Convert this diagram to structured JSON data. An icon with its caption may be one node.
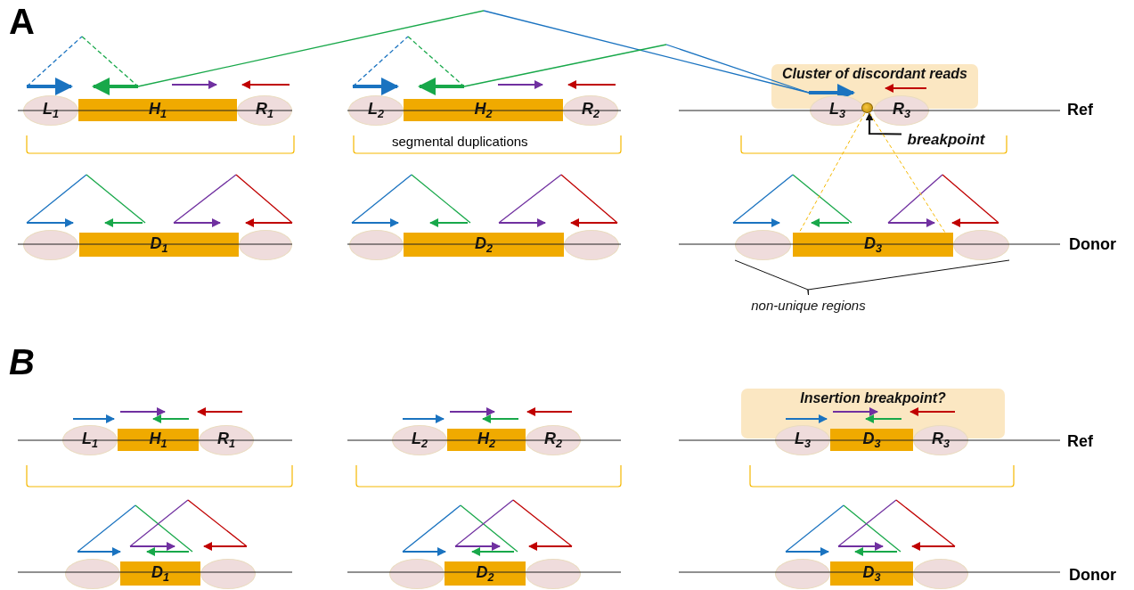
{
  "diagram": {
    "nodes": [
      {
        "text": [
          "Cluster of discordant reads"
        ]
      },
      {
        "text": [
          "L$_{1}$"
        ]
      },
      {
        "text": [
          "H$_{1}$"
        ]
      },
      {
        "text": [
          "R$_{1}$"
        ]
      },
      {
        "text": [
          "L$_{2}$"
        ]
      },
      {
        "text": [
          "H$_{2}$"
        ]
      },
      {
        "text": [
          "R$_{2}$"
        ]
      },
      {
        "text": [
          "L$_{3}$"
        ]
      },
      {
        "text": [],
        "shape": "circle"
      },
      {
        "text": [
          "R$_{3}$"
        ]
      },
      {
        "text": [
          "breakpoint"
        ]
      },
      {
        "text": [],
        "shape": "ellipse"
      },
      {
        "text": [
          "D$_{1}$"
        ]
      },
      {
        "text": [],
        "shape": "ellipse"
      },
      {
        "text": [],
        "shape": "ellipse"
      },
      {
        "text": [
          "D$_{2}$"
        ]
      },
      {
        "text": [],
        "shape": "ellipse"
      },
      {
        "text": [],
        "shape": "ellipse"
      },
      {
        "text": [
          "D$_{3}$"
        ]
      },
      {
        "text": [],
        "shape": "ellipse"
      },
      {
        "text": [
          "non-unique regions"
        ]
      },
      {
        "text": [
          "Insertion breakpoint?"
        ]
      },
      {
        "text": [
          "L$_{1}$"
        ]
      },
      {
        "text": [
          "H$_{1}$"
        ]
      },
      {
        "text": [
          "R$_{1}$"
        ]
      },
      {
        "text": [
          "L$_{2}$"
        ]
      },
      {
        "text": [
          "H$_{2}$"
        ]
      },
      {
        "text": [
          "R$_{2}$"
        ]
      },
      {
        "text": [
          "L$_{3}$"
        ]
      },
      {
        "text": [
          "D$_{3}$"
        ]
      },
      {
        "text": [
          "R$_{3}$"
        ]
      },
      {
        "text": [],
        "shape": "ellipse"
      },
      {
        "text": [
          "D$_{1}$"
        ]
      },
      {
        "text": [],
        "shape": "ellipse"
      },
      {
        "text": [],
        "shape": "ellipse"
      },
      {
        "text": [
          "D$_{2}$"
        ]
      },
      {
        "text": [],
        "shape": "ellipse"
      },
      {
        "text": [],
        "shape": "ellipse"
      },
      {
        "text": [
          "D$_{3}$"
        ]
      },
      {
        "text": [],
        "shape": "ellipse"
      }
    ],
    "edges": [
      {
        "from": 10,
        "to": 8,
        "arrow": "to"
      },
      {
        "from": 8,
        "to": 18,
        "arrow": "none",
        "style": "dashed",
        "color": "#f5b800"
      },
      {
        "from": 8,
        "to": 18,
        "arrow": "none",
        "style": "dashed",
        "color": "#f5b800"
      },
      {
        "from": 20,
        "to": 17,
        "arrow": "none"
      },
      {
        "from": 20,
        "to": 19,
        "arrow": "none"
      }
    ],
    "labels": [
      "A",
      "Ref",
      "segmental duplications",
      "Donor",
      "B",
      "Ref",
      "Donor"
    ]
  }
}
